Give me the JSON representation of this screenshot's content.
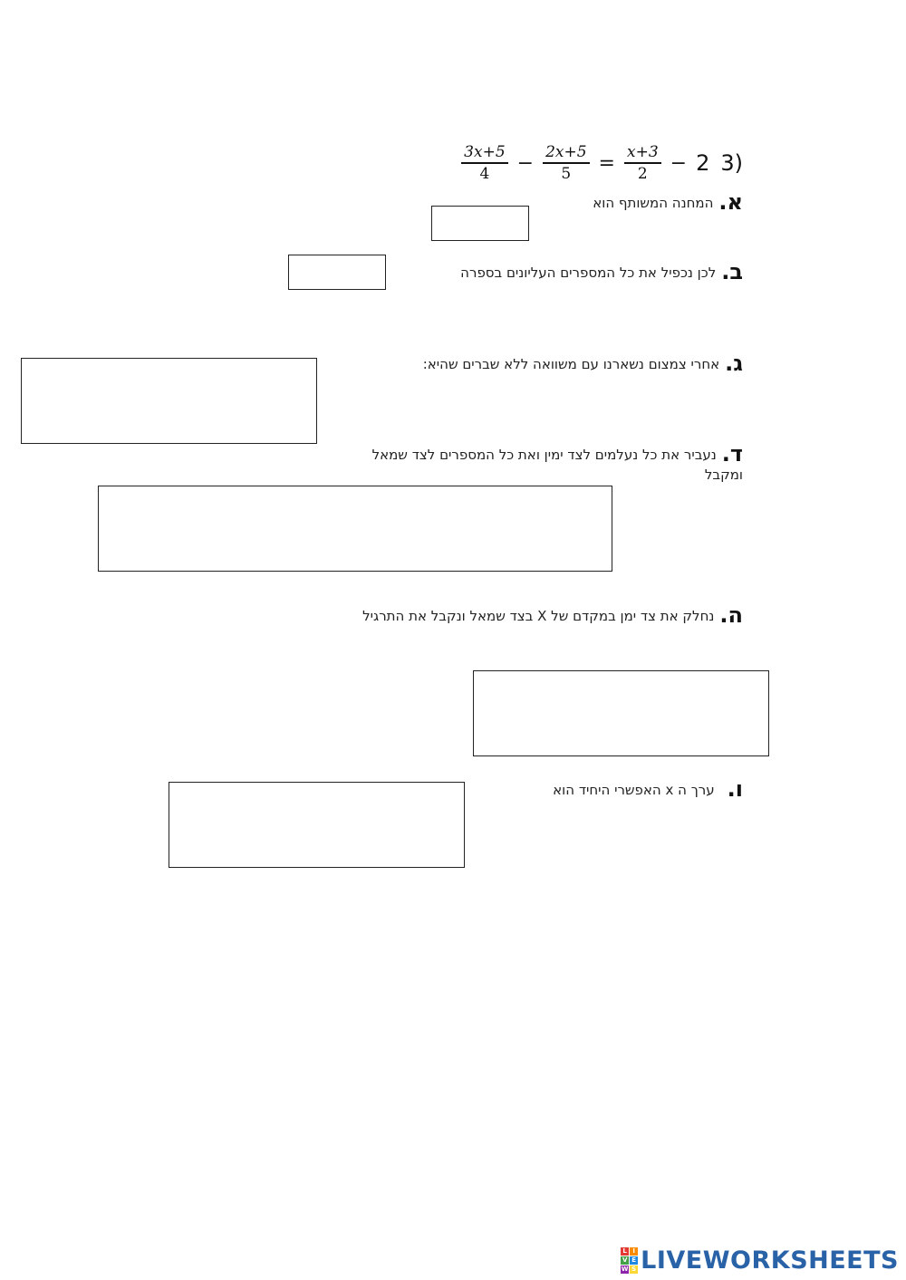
{
  "equation": {
    "number_label": "3)",
    "terms": {
      "f1_num": "3x+5",
      "f1_den": "4",
      "op1": "−",
      "f2_num": "2x+5",
      "f2_den": "5",
      "eq": "=",
      "f3_num": "x+3",
      "f3_den": "2",
      "op2": "−",
      "const": "2"
    }
  },
  "questions": [
    {
      "letter": "א.",
      "text": "המחנה המשותף הוא"
    },
    {
      "letter": "ב.",
      "text": "לכן נכפיל את כל המספרים העליונים בספרה"
    },
    {
      "letter": "ג.",
      "text": "אחרי צמצום נשארנו עם משוואה ללא שברים שהיא:"
    },
    {
      "letter": "ד.",
      "text": "נעביר את כל נעלמים לצד ימין ואת כל המספרים לצד שמאל ומקבל"
    },
    {
      "letter": "ה.",
      "text": "נחלק את צד ימן במקדם של X בצד שמאל ונקבל את התרגיל"
    },
    {
      "letter": "ו.",
      "text": "ערך ה x האפשרי היחיד הוא"
    }
  ],
  "logo": {
    "text": "LIVEWORKSHEETS",
    "letters": [
      "L",
      "I",
      "V",
      "E",
      "W",
      "S"
    ],
    "colors": [
      "#e53935",
      "#fb8c00",
      "#43a047",
      "#1e88e5",
      "#8e24aa",
      "#fdd835"
    ],
    "text_color": "#2a62a8"
  }
}
